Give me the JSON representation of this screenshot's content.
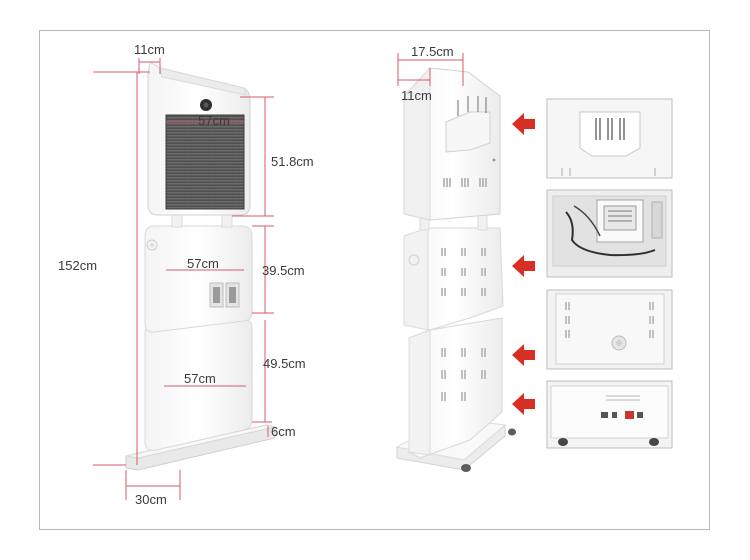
{
  "front_view": {
    "top_depth": "11cm",
    "screen_width": "57cm",
    "top_height": "51.8cm",
    "total_height": "152cm",
    "middle_width": "57cm",
    "middle_height": "39.5cm",
    "bottom_width": "57cm",
    "bottom_height": "49.5cm",
    "base_height": "6cm",
    "base_depth": "30cm"
  },
  "side_view": {
    "top_depth": "17.5cm",
    "side_depth": "11cm"
  },
  "detail_photos": [
    {
      "name": "ventilation-grille-detail"
    },
    {
      "name": "internal-printer-detail"
    },
    {
      "name": "rear-panel-speaker-detail"
    },
    {
      "name": "base-ports-detail"
    }
  ],
  "colors": {
    "dimension_line": "#d65b6b",
    "arrow": "#d72f23",
    "frame": "#b9b9b9",
    "body": "#f7f7f7"
  }
}
